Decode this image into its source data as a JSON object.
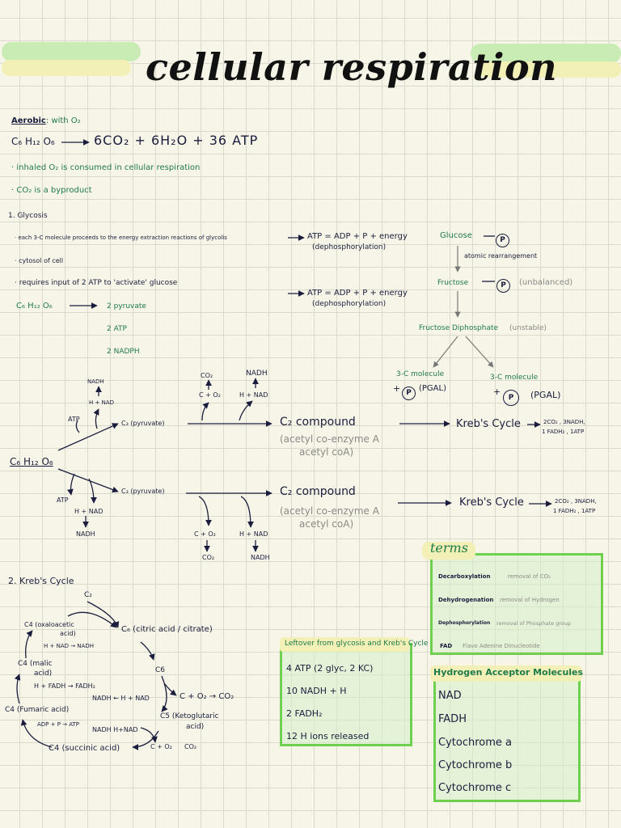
{
  "title": "cellular respiration",
  "aerobic": {
    "heading": "Aerobic",
    "heading_sub": ": with O₂",
    "equation_left": "C₆ H₁₂ O₆",
    "equation_right": "6CO₂  +  6H₂O  +  36 ATP",
    "note1": "· inhaled  O₂  is  consumed  in  cellular  respiration",
    "note2": "· CO₂  is  a  byproduct"
  },
  "glycolysis": {
    "heading": "1. Glycosis",
    "bullet1": "· each 3-C molecule proceeds to the energy extraction reactions of glycolis",
    "bullet2": "· cytosol of cell",
    "bullet3": "· requires input of 2 ATP to 'activate' glucose",
    "formula": "C₆ H₁₂ O₆",
    "products": [
      "2 pyruvate",
      "2 ATP",
      "2 NADPH"
    ],
    "atp_eq1": "ATP = ADP + P + energy",
    "atp_eq1_sub": "(dephosphorylation)",
    "atp_eq2": "ATP = ADP + P + energy",
    "atp_eq2_sub": "(dephosphorylation)",
    "glucose": "Glucose",
    "p": "P",
    "atomic_rearrangement": "atomic rearrangement",
    "fructose": "Fructose",
    "unbalanced": "(unbalanced)",
    "fructose_diphosphate": "Fructose Diphosphate",
    "unstable": "(unstable)",
    "three_c_left": "3-C molecule",
    "three_c_right": "3-C molecule",
    "pgal_left": "(PGAL)",
    "pgal_right": "(PGAL)",
    "plus": "+"
  },
  "pathway": {
    "start": "C₆ H₁₂ O₆",
    "nadh_top": "NADH",
    "hnad_top": "H + NAD",
    "atp_top": "ATP",
    "c3_top": "C₃ (pyruvate)",
    "c3_bottom": "C₃ (pyruvate)",
    "atp_bottom": "ATP",
    "hnad_bottom": "H + NAD",
    "nadh_bottom": "NADH",
    "co2_top": "CO₂",
    "co_top": "C + O₂",
    "nadh_top2": "NADH",
    "hnad_top2": "H + NAD",
    "co_bottom": "C + O₂",
    "co2_bottom": "CO₂",
    "hnad_bottom2": "H + NAD",
    "nadh_bottom2": "NADH",
    "c2_top": "C₂ compound",
    "acetyl_top": "(acetyl co-enzyme A",
    "acetyl_top2": "acetyl coA)",
    "c2_bottom": "C₂ compound",
    "acetyl_bottom": "(acetyl co-enzyme A",
    "acetyl_bottom2": "acetyl coA)",
    "kreb_top": "Kreb's Cycle",
    "kreb_bottom": "Kreb's Cycle",
    "yield_top1": "2CO₂ , 3NADH,",
    "yield_top2": "1 FADH₂ , 1ATP",
    "yield_bottom1": "2CO₂ , 3NADH,",
    "yield_bottom2": "1 FADH₂ , 1ATP"
  },
  "krebs": {
    "heading": "2. Kreb's Cycle",
    "c2": "C₂",
    "c6": "C₆  (citric acid / citrate)",
    "c4_oxalo": "C4 (oxaloacetic",
    "c4_oxalo2": "acid)",
    "h_nad_nadh": "H + NAD → NADH",
    "c4_malic": "C4 (malic",
    "c4_malic2": "acid)",
    "h_fadh": "H + FADH → FADH₂",
    "c6_right": "C6",
    "nadh_hnad": "NADH ← H + NAD",
    "c_o2_co2": "C + O₂ → CO₂",
    "c4_fumaric": "C4 (Fumaric acid)",
    "adp_atp": "ADP + P → ATP",
    "c5": "C5  (Ketoglutaric",
    "c5b": "acid)",
    "nadh_hnad2": "NADH  H+NAD",
    "c4_succinic": "C4  (succinic acid)",
    "c_o2": "C + O₂",
    "co2": "CO₂"
  },
  "leftover": {
    "title": "Leftover from glycosis and Kreb's Cycle",
    "items": [
      "4 ATP  (2 glyc, 2 KC)",
      "10  NADH + H",
      "2 FADH₂",
      "12 H ions released"
    ]
  },
  "terms": {
    "label": "terms",
    "items": [
      {
        "term": "Decarboxylation",
        "def": "removal of CO₂"
      },
      {
        "term": "Dehydrogenation",
        "def": "removal of Hydrogen"
      },
      {
        "term": "Dephosphorylation",
        "def": "removal of Phosphate group"
      },
      {
        "term": "FAD",
        "def": "Flavo Adenine Dinucleotide"
      }
    ]
  },
  "acceptors": {
    "title": "Hydrogen Acceptor Molecules",
    "items": [
      "NAD",
      "FADH",
      "Cytochrome  a",
      "Cytochrome  b",
      "Cytochrome  c"
    ]
  },
  "colors": {
    "background": "#f7f5e8",
    "navy_ink": "#1a1d3d",
    "green_ink": "#1f7a4a",
    "highlight_green": "#c9ecb4",
    "highlight_yellow": "#f2f0b6",
    "box_border": "#6fcf4f"
  }
}
